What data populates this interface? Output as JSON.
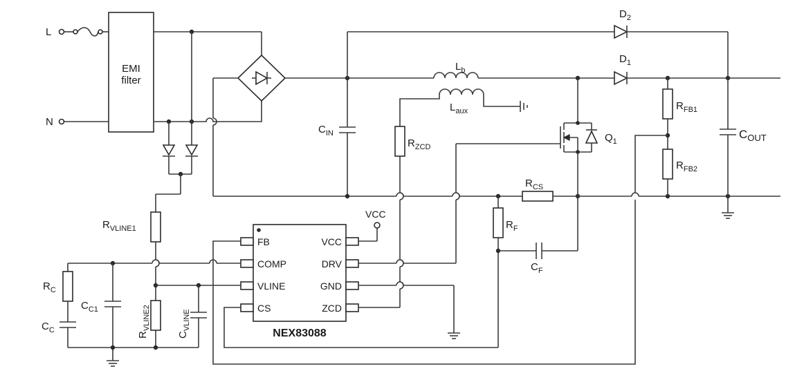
{
  "inputs": {
    "line": "L",
    "neutral": "N"
  },
  "emi_filter": {
    "line1": "EMI",
    "line2": "filter"
  },
  "inductors": {
    "lb": {
      "main": "L",
      "sub": "b"
    },
    "laux": {
      "main": "L",
      "sub": "aux"
    }
  },
  "diodes": {
    "d1": {
      "main": "D",
      "sub": "1"
    },
    "d2": {
      "main": "D",
      "sub": "2"
    }
  },
  "mosfet": {
    "main": "Q",
    "sub": "1"
  },
  "capacitors": {
    "cin": {
      "main": "C",
      "sub": "IN"
    },
    "cout": {
      "main": "C",
      "sub": "OUT"
    },
    "cf": {
      "main": "C",
      "sub": "F"
    },
    "cc": {
      "main": "C",
      "sub": "C"
    },
    "cc1": {
      "main": "C",
      "sub": "C1"
    },
    "cvline": {
      "main": "C",
      "sub": "VLINE"
    }
  },
  "resistors": {
    "rzcd": {
      "main": "R",
      "sub": "ZCD"
    },
    "rcs": {
      "main": "R",
      "sub": "CS"
    },
    "rf": {
      "main": "R",
      "sub": "F"
    },
    "rfb1": {
      "main": "R",
      "sub": "FB1"
    },
    "rfb2": {
      "main": "R",
      "sub": "FB2"
    },
    "rvline1": {
      "main": "R",
      "sub": "VLINE1"
    },
    "rvline2": {
      "main": "R",
      "sub": "VLINE2"
    },
    "rc": {
      "main": "R",
      "sub": "C"
    }
  },
  "vcc_rail": "VCC",
  "ic": {
    "name": "NEX83088",
    "left_pins": [
      "FB",
      "COMP",
      "VLINE",
      "CS"
    ],
    "right_pins": [
      "VCC",
      "DRV",
      "GND",
      "ZCD"
    ]
  }
}
